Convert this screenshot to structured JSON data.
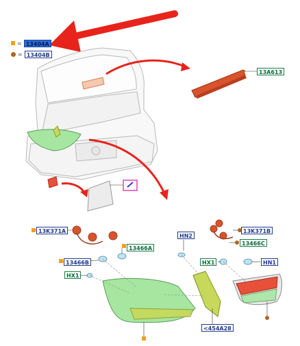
{
  "legend": [
    {
      "marker": "square",
      "color": "#f0a020",
      "symbol": "=",
      "code": "13404A",
      "highlighted": true
    },
    {
      "marker": "circle",
      "color": "#b3641e",
      "symbol": "=",
      "code": "13404B",
      "highlighted": false
    }
  ],
  "part_labels": {
    "high_mount_stop_lamp": "13A613",
    "lamp_socket_left": "13K371A",
    "lamp_socket_right": "13K371B",
    "bulb_left_a": "13466A",
    "bulb_left_b": "13466B",
    "bulb_right_c": "13466C",
    "holder_left": "HX1",
    "holder_right": "HX1",
    "nut_hn2": "HN2",
    "nut_hn1": "HN1",
    "inner_reflector": "<454A28"
  },
  "colors": {
    "arrow_red": "#e8231b",
    "lamp_green": "#a6e6a0",
    "lamp_yellow": "#c8d85a",
    "label_blue": "#2d6fd1",
    "marker_orange": "#f0a020",
    "marker_brown": "#b3641e",
    "label_frame_pink": "#e040c0"
  }
}
